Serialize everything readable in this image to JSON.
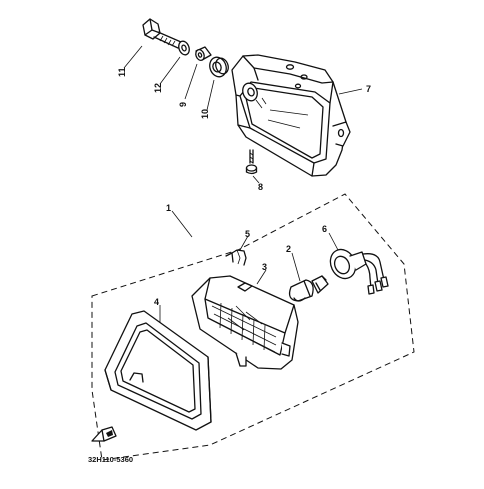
{
  "diagram": {
    "callouts": [
      "1",
      "2",
      "3",
      "4",
      "5",
      "6",
      "7",
      "8",
      "9",
      "10",
      "11",
      "12"
    ],
    "part_code": "32H110-5360"
  }
}
